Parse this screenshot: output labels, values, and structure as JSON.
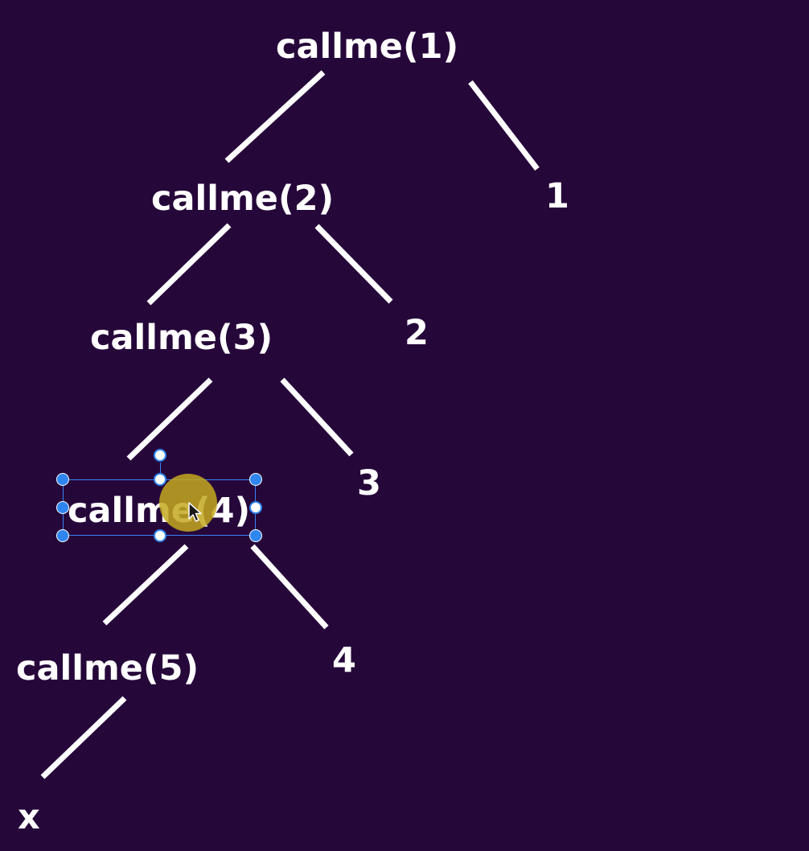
{
  "tree": {
    "nodes": {
      "call1": "callme(1)",
      "call2": "callme(2)",
      "call3": "callme(3)",
      "call4": "callme(4)",
      "call5": "callme(5)",
      "ret1": "1",
      "ret2": "2",
      "ret3": "3",
      "ret4": "4",
      "base": "x"
    }
  },
  "colors": {
    "background": "#26073a",
    "text": "#ffffff",
    "edge": "#ffffff",
    "selection": "#3b82f6",
    "cursor_highlight": "#c4a820"
  },
  "selected_node": "call4"
}
